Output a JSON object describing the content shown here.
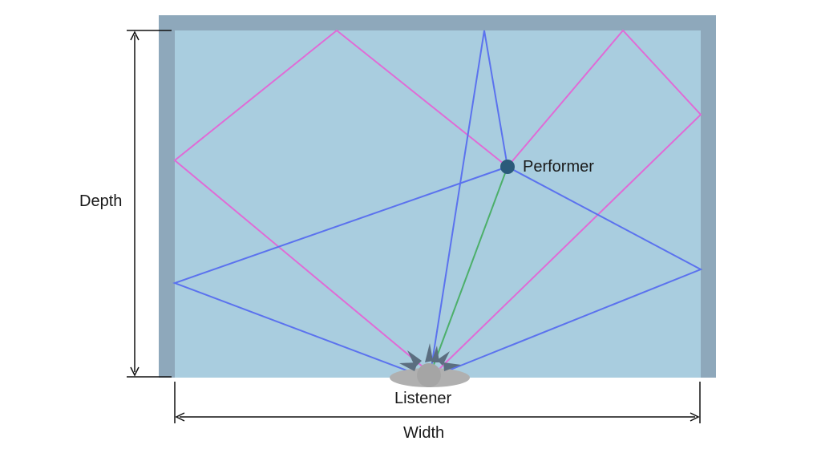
{
  "labels": {
    "depth": "Depth",
    "width": "Width",
    "performer": "Performer",
    "listener": "Listener"
  },
  "colors": {
    "wall": "#8ea8bb",
    "room_floor": "#a9cddf",
    "reflection_path_pink": "#e06bd6",
    "reflection_path_blue": "#5b72ee",
    "direct_path": "#4caf6a",
    "performer_dot": "#2b5a7a",
    "listener_body": "#a5a5a5",
    "listener_shadow": "#b0b0b0",
    "arrowheads": "#5b6e80",
    "dimension_lines": "#111111"
  }
}
